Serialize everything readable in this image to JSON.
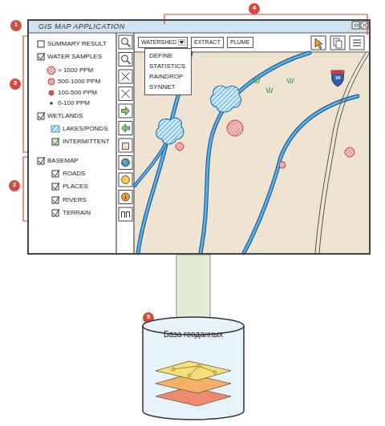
{
  "diagram": {
    "nodes": [
      {
        "text": [
          "GIS MAP APPLICATION"
        ]
      },
      {
        "text": [
          "WATERSHED"
        ],
        "in": 0
      },
      {
        "text": [
          "EXTRACT"
        ],
        "in": 0
      },
      {
        "text": [
          "PLUME"
        ],
        "in": 0
      },
      {
        "text": [
          "DEFINE",
          "STATISTICS",
          "RAINDROP",
          "SYNNET"
        ],
        "in": 0
      },
      {
        "text": [
          "База геоданных"
        ]
      }
    ],
    "edges": [
      {
        "from": 0,
        "to": 5,
        "arrow": "none"
      }
    ],
    "labels": [
      "1",
      "2",
      "3",
      "4",
      "5",
      "SUMMARY RESULT",
      "WATER SAMPLES",
      "> 1000 PPM",
      "500-1000 PPM",
      "100-500 PPM",
      "0-100 PPM",
      "WETLANDS",
      "LAKES/PONDS",
      "INTERMITTENT",
      "BASEMAP",
      "ROADS",
      "PLACES",
      "RIVERS",
      "TERRAIN",
      "10"
    ]
  }
}
